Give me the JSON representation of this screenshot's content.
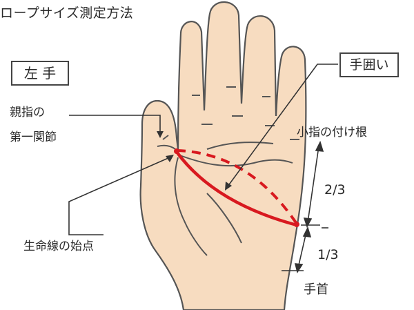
{
  "title": "ロープサイズ測定方法",
  "hand_side": "左 手",
  "labels": {
    "thumb_joint_line1": "親指の",
    "thumb_joint_line2": "第一関節",
    "lifeline_start": "生命線の始点",
    "grip": "手囲い",
    "pinky_base": "小指の付け根",
    "two_thirds": "2/3",
    "one_third": "1/3",
    "wrist": "手首"
  },
  "colors": {
    "skin": "#f7dcc0",
    "outline": "#555555",
    "measure_line": "#d8191f",
    "leader": "#333333"
  }
}
